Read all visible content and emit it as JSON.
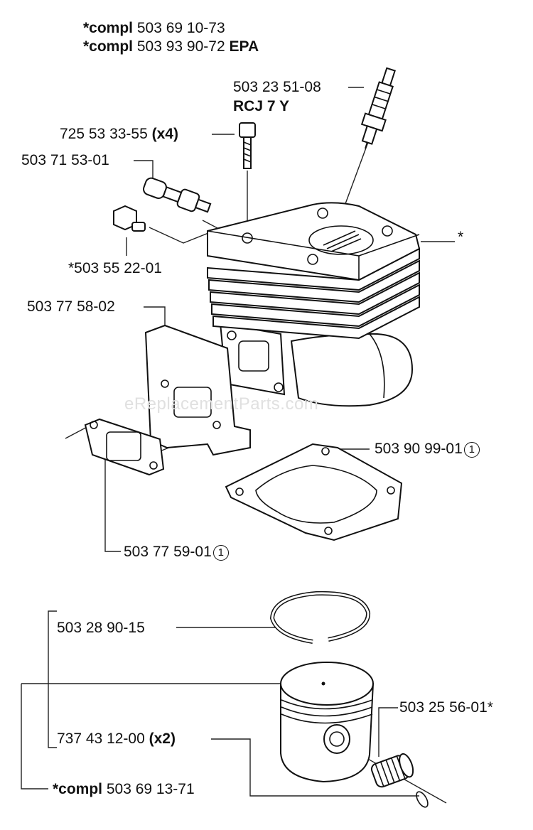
{
  "header": {
    "line1_prefix": "*compl",
    "line1_number": "503 69 10-73",
    "line2_prefix": "*compl",
    "line2_number": "503 93 90-72",
    "line2_suffix": "EPA"
  },
  "parts": {
    "spark_plug": {
      "number": "503 23 51-08",
      "note": "RCJ 7 Y"
    },
    "screw": {
      "number": "725 53 33-55",
      "qty": "(x4)"
    },
    "decompression_valve": {
      "number": "503 71 53-01"
    },
    "plug": {
      "number": "*503 55 22-01"
    },
    "cylinder": {
      "marker": "*"
    },
    "heat_shield": {
      "number": "503 77 58-02"
    },
    "base_gasket": {
      "number": "503 90 99-01",
      "ref": "1"
    },
    "exhaust_gasket": {
      "number": "503 77 59-01",
      "ref": "1"
    },
    "piston_ring": {
      "number": "503 28 90-15"
    },
    "needle_bearing": {
      "number": "503 25 56-01*"
    },
    "circlip": {
      "number": "737 43 12-00",
      "qty": "(x2)"
    },
    "piston_kit": {
      "prefix": "*compl",
      "number": "503 69 13-71"
    }
  },
  "watermark": "eReplacementParts.com"
}
